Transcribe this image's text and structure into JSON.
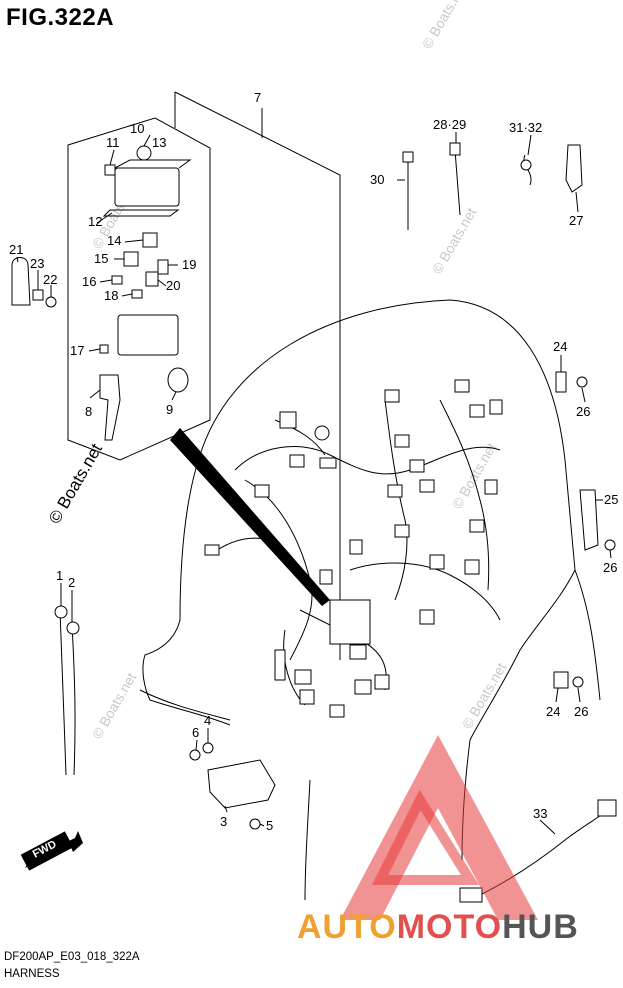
{
  "figure": {
    "title": "FIG.322A",
    "model_code": "DF200AP_E03_018_322A",
    "section_name": "HARNESS"
  },
  "callouts": [
    {
      "id": "c7",
      "text": "7"
    },
    {
      "id": "c10",
      "text": "10"
    },
    {
      "id": "c11",
      "text": "11"
    },
    {
      "id": "c13",
      "text": "13"
    },
    {
      "id": "c12",
      "text": "12"
    },
    {
      "id": "c14",
      "text": "14"
    },
    {
      "id": "c15",
      "text": "15"
    },
    {
      "id": "c19",
      "text": "19"
    },
    {
      "id": "c16",
      "text": "16"
    },
    {
      "id": "c20",
      "text": "20"
    },
    {
      "id": "c18",
      "text": "18"
    },
    {
      "id": "c17",
      "text": "17"
    },
    {
      "id": "c8",
      "text": "8"
    },
    {
      "id": "c9",
      "text": "9"
    },
    {
      "id": "c21",
      "text": "21"
    },
    {
      "id": "c23",
      "text": "23"
    },
    {
      "id": "c22",
      "text": "22"
    },
    {
      "id": "c2829",
      "text": "28·29"
    },
    {
      "id": "c3132",
      "text": "31·32"
    },
    {
      "id": "c30",
      "text": "30"
    },
    {
      "id": "c27",
      "text": "27"
    },
    {
      "id": "c24a",
      "text": "24"
    },
    {
      "id": "c26a",
      "text": "26"
    },
    {
      "id": "c25",
      "text": "25"
    },
    {
      "id": "c26b",
      "text": "26"
    },
    {
      "id": "c24b",
      "text": "24"
    },
    {
      "id": "c26c",
      "text": "26"
    },
    {
      "id": "c1",
      "text": "1"
    },
    {
      "id": "c2",
      "text": "2"
    },
    {
      "id": "c4",
      "text": "4"
    },
    {
      "id": "c6",
      "text": "6"
    },
    {
      "id": "c3",
      "text": "3"
    },
    {
      "id": "c5",
      "text": "5"
    },
    {
      "id": "c33",
      "text": "33"
    }
  ],
  "watermarks": {
    "text": "© Boats.net"
  },
  "fwd_label": "FWD",
  "brand": {
    "part1": "AUTO",
    "part2": "MOTO",
    "part3": "HUB",
    "color1": "#f0a030",
    "color2": "#e05050",
    "color3": "#555555"
  },
  "colors": {
    "ink": "#000000",
    "watermark": "#c9c9c9",
    "logo_red": "#e83a3a"
  }
}
